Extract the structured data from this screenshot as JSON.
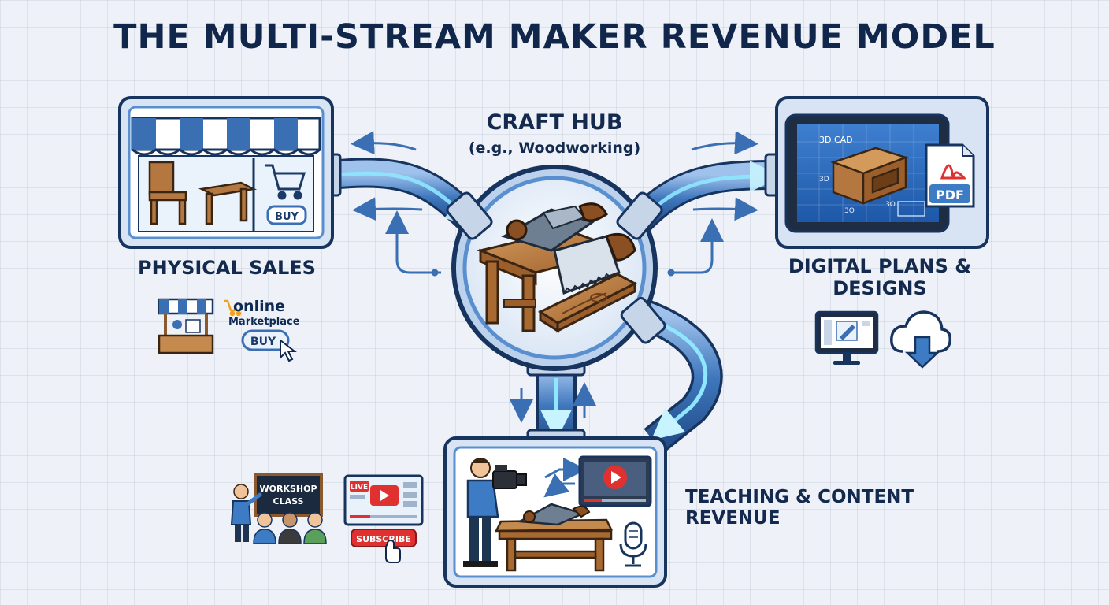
{
  "title": "THE MULTI-STREAM MAKER REVENUE MODEL",
  "hub": {
    "title": "CRAFT HUB",
    "subtitle": "(e.g., Woodworking)"
  },
  "streams": {
    "physical": {
      "title": "PHYSICAL SALES",
      "shop_buy_label": "BUY",
      "online_label": "online",
      "marketplace_label": "Marketplace",
      "online_buy_label": "BUY"
    },
    "digital": {
      "title": "DIGITAL PLANS & DESIGNS",
      "cad_label": "3D CAD",
      "dim_side": "3D",
      "dim_bottom_left": "3O",
      "dim_bottom_right": "3O",
      "pdf_label": "PDF"
    },
    "teaching": {
      "title": "TEACHING & CONTENT REVENUE",
      "workshop_line1": "WORKSHOP",
      "workshop_line2": "CLASS",
      "live_label": "LIVE",
      "subscribe_label": "SUBSCRIBE"
    }
  },
  "colors": {
    "navy": "#10264a",
    "accent_blue": "#3d7cc4",
    "pipe_blue": "#5a8fcf",
    "glow": "#8fe6ff",
    "wood": "#b4773f",
    "red": "#e03131"
  }
}
